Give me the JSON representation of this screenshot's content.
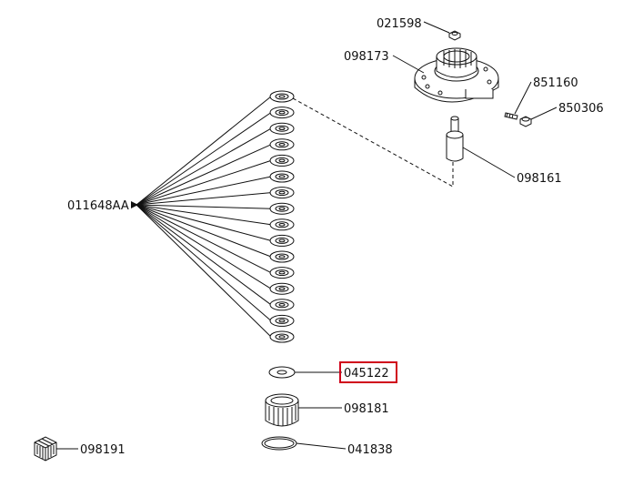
{
  "diagram": {
    "labels": {
      "p021598": "021598",
      "p098173": "098173",
      "p851160": "851160",
      "p850306": "850306",
      "p098161": "098161",
      "p011648AA": "011648AA",
      "p045122": "045122",
      "p098181": "098181",
      "p041838": "041838",
      "p098191": "098191"
    },
    "highlight_color": "#d0021b"
  }
}
